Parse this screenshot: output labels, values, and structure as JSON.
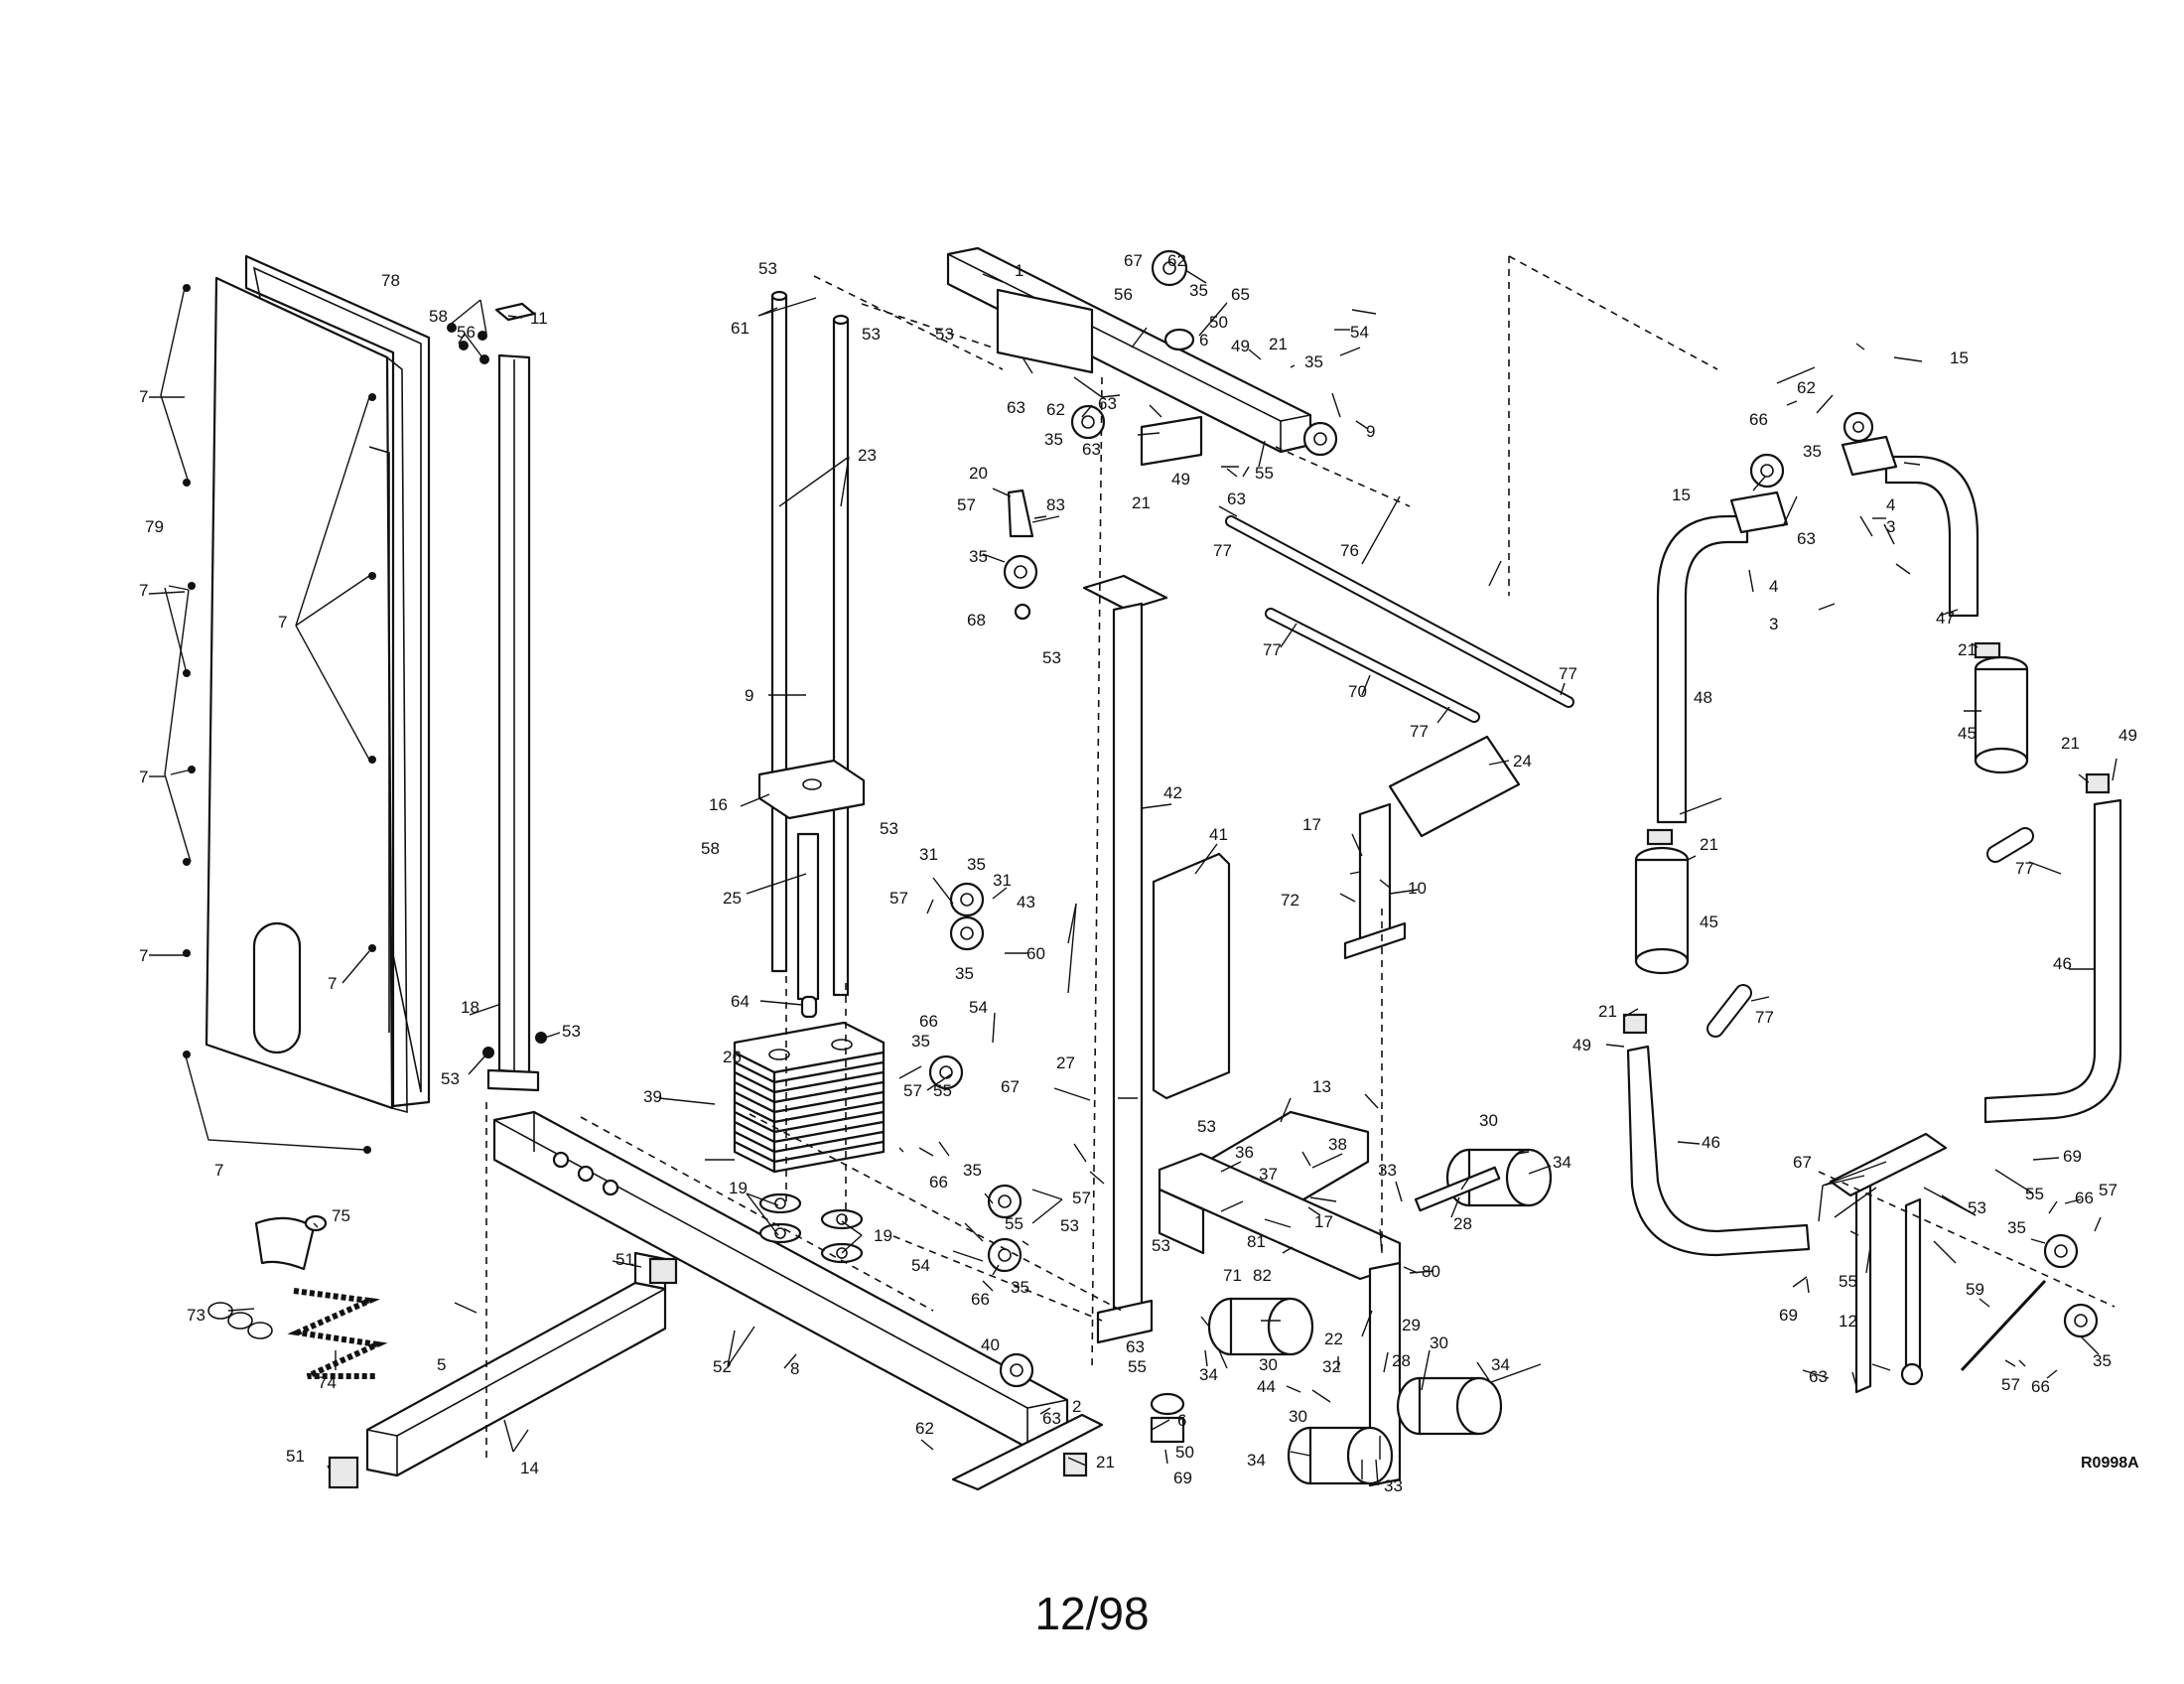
{
  "diagram": {
    "drawing_ref": "R0998A",
    "page_date": "12/98",
    "callouts": {
      "c1": "1",
      "c2": "2",
      "c3": "3",
      "c4": "4",
      "c5": "5",
      "c6": "6",
      "c7": "7",
      "c8": "8",
      "c9": "9",
      "c10": "10",
      "c11": "11",
      "c12": "12",
      "c13": "13",
      "c14": "14",
      "c15": "15",
      "c16": "16",
      "c17": "17",
      "c18": "18",
      "c19": "19",
      "c20": "20",
      "c21": "21",
      "c22": "22",
      "c23": "23",
      "c24": "24",
      "c25": "25",
      "c26": "26",
      "c27": "27",
      "c28": "28",
      "c29": "29",
      "c30": "30",
      "c31": "31",
      "c32": "32",
      "c33": "33",
      "c34": "34",
      "c35": "35",
      "c36": "36",
      "c37": "37",
      "c38": "38",
      "c39": "39",
      "c40": "40",
      "c41": "41",
      "c42": "42",
      "c43": "43",
      "c44": "44",
      "c45": "45",
      "c46": "46",
      "c47": "47",
      "c48": "48",
      "c49": "49",
      "c50": "50",
      "c51": "51",
      "c52": "52",
      "c53": "53",
      "c54": "54",
      "c55": "55",
      "c56": "56",
      "c57": "57",
      "c58": "58",
      "c59": "59",
      "c60": "60",
      "c61": "61",
      "c62": "62",
      "c63": "63",
      "c64": "64",
      "c65": "65",
      "c66": "66",
      "c67": "67",
      "c68": "68",
      "c69": "69",
      "c70": "70",
      "c71": "71",
      "c72": "72",
      "c73": "73",
      "c74": "74",
      "c75": "75",
      "c76": "76",
      "c77": "77",
      "c78": "78",
      "c79": "79",
      "c80": "80",
      "c81": "81",
      "c82": "82",
      "c83": "83"
    }
  }
}
